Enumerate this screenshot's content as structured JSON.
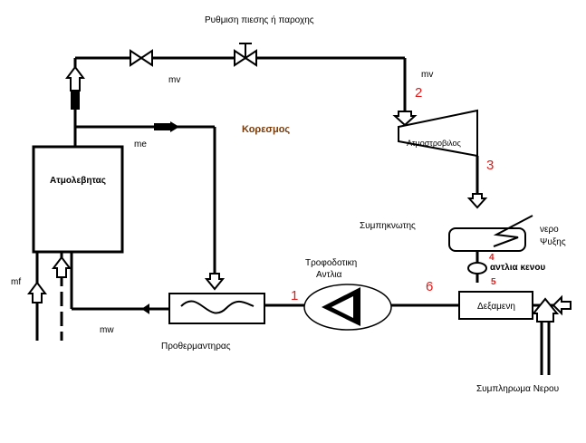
{
  "title": "Ρυθμιση πιεσης ή παροχης",
  "labels": {
    "mv_top": "mv",
    "mv_right": "mv",
    "me": "me",
    "mf": "mf",
    "mw": "mw",
    "koresmos": "Κορεσμος"
  },
  "components": {
    "boiler": "Ατμολεβητας",
    "turbine": "Ατμοστροβιλος",
    "condenser": "Συμπηκνωτης",
    "cooling_water_line1": "νερο",
    "cooling_water_line2": "Ψυξης",
    "vacuum_pump": "αντλια κενου",
    "feed_pump_line1": "Τροφοδοτικη",
    "feed_pump_line2": "Αντλια",
    "tank": "Δεξαμενη",
    "preheater": "Προθερμαντηρας",
    "makeup": "Συμπληρωμα Νερου"
  },
  "states": {
    "s1": "1",
    "s2": "2",
    "s3": "3",
    "s4": "4",
    "s5": "5",
    "s6": "6"
  },
  "colors": {
    "line": "#000000",
    "state_number": "#e01b1b",
    "saturation_label": "#7a3a08"
  }
}
